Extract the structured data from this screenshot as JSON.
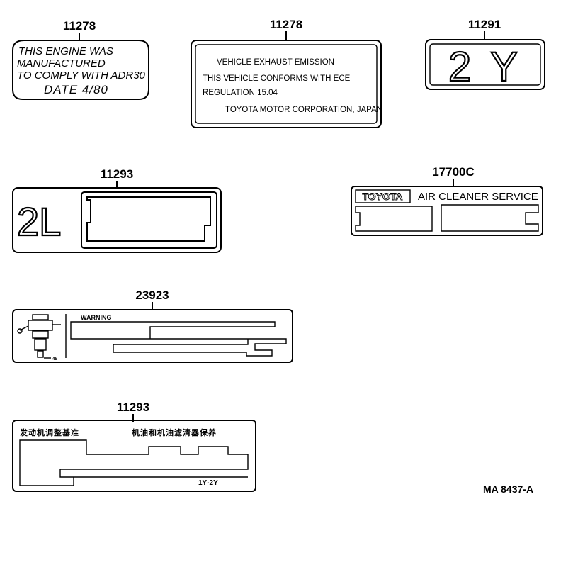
{
  "diagram_ref": "MA  8437-A",
  "labels": {
    "engine_manufacture": {
      "part_number": "11278",
      "lines": [
        "THIS ENGINE WAS",
        "MANUFACTURED",
        "TO COMPLY WITH ADR30",
        "DATE  4/80"
      ]
    },
    "exhaust_emission": {
      "part_number": "11278",
      "lines": [
        "VEHICLE  EXHAUST EMISSION",
        "THIS VEHICLE  CONFORMS WITH  ECE",
        "REGULATION 15.04",
        "TOYOTA MOTOR CORPORATION, JAPAN"
      ]
    },
    "engine_2y": {
      "part_number": "11291",
      "text": "2 Y"
    },
    "engine_2l": {
      "part_number": "11293",
      "text": "2L"
    },
    "air_cleaner": {
      "part_number": "17700C",
      "brand": "TOYOTA",
      "title": "AIR CLEANER SERVICE"
    },
    "injector_warning": {
      "part_number": "23923",
      "title": "WARNING"
    },
    "china_tune_up": {
      "part_number": "11293",
      "left_heading": "发动机调整基准",
      "right_heading": "机油和机油滤清器保养",
      "model": "1Y·2Y"
    }
  }
}
